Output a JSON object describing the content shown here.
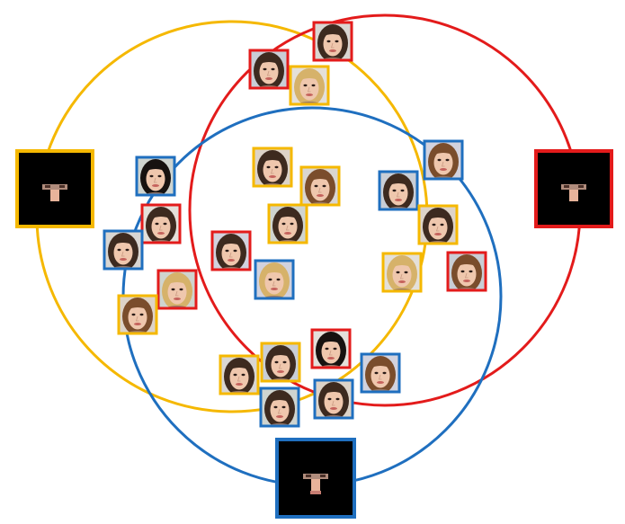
{
  "colors": {
    "yellow": "#f5b800",
    "red": "#e31b1b",
    "blue": "#1f6fbf",
    "background": "#ffffff",
    "mask_box": "#000000"
  },
  "sets": [
    {
      "id": "yellow-set",
      "color": "yellow"
    },
    {
      "id": "red-set",
      "color": "red"
    },
    {
      "id": "blue-set",
      "color": "blue"
    }
  ],
  "mask_panels": [
    {
      "id": "yellow-mask",
      "color": "yellow",
      "mask": "eyes-nose"
    },
    {
      "id": "red-mask",
      "color": "red",
      "mask": "eyes-nose"
    },
    {
      "id": "blue-mask",
      "color": "blue",
      "mask": "eyes-nose-mouth"
    }
  ],
  "faces": [
    {
      "frame": "red",
      "hair": "dark"
    },
    {
      "frame": "red",
      "hair": "dark"
    },
    {
      "frame": "yellow",
      "hair": "blonde"
    },
    {
      "frame": "blue",
      "hair": "black"
    },
    {
      "frame": "yellow",
      "hair": "dark"
    },
    {
      "frame": "blue",
      "hair": "brown"
    },
    {
      "frame": "yellow",
      "hair": "brown"
    },
    {
      "frame": "blue",
      "hair": "dark"
    },
    {
      "frame": "red",
      "hair": "dark"
    },
    {
      "frame": "yellow",
      "hair": "dark"
    },
    {
      "frame": "yellow",
      "hair": "dark"
    },
    {
      "frame": "red",
      "hair": "dark"
    },
    {
      "frame": "blue",
      "hair": "dark"
    },
    {
      "frame": "red",
      "hair": "brown"
    },
    {
      "frame": "yellow",
      "hair": "blonde"
    },
    {
      "frame": "red",
      "hair": "blonde"
    },
    {
      "frame": "yellow",
      "hair": "brown"
    },
    {
      "frame": "blue",
      "hair": "blonde"
    },
    {
      "frame": "yellow",
      "hair": "dark"
    },
    {
      "frame": "yellow",
      "hair": "dark"
    },
    {
      "frame": "red",
      "hair": "black"
    },
    {
      "frame": "blue",
      "hair": "dark"
    },
    {
      "frame": "blue",
      "hair": "dark"
    },
    {
      "frame": "blue",
      "hair": "brown"
    }
  ]
}
